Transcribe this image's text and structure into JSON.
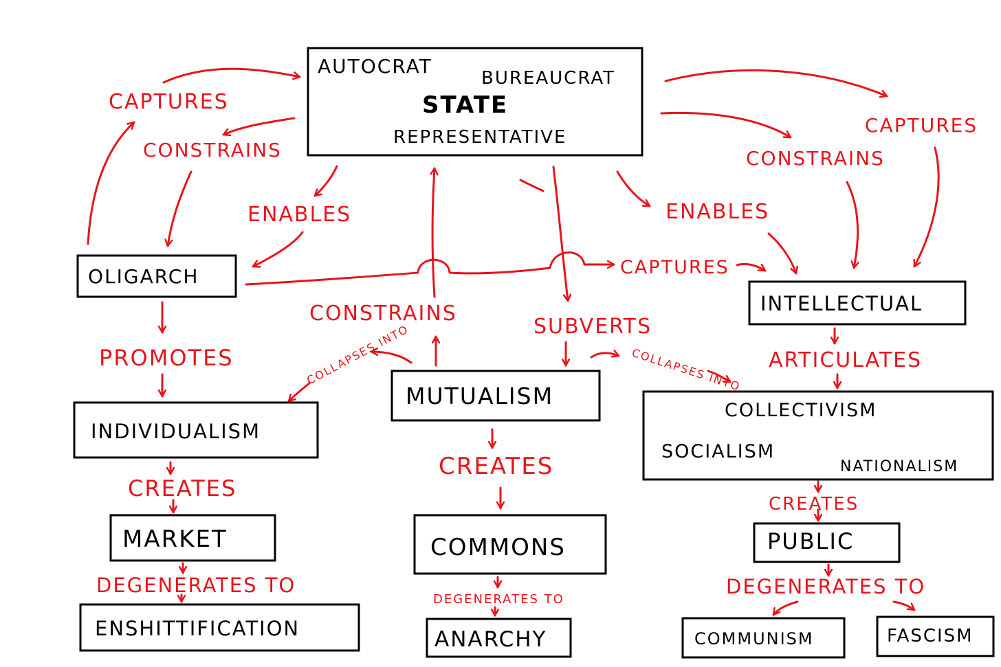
{
  "colors": {
    "ink": "#000000",
    "accent": "#e8141b",
    "background": "#ffffff"
  },
  "nodes": {
    "state": {
      "title": "STATE",
      "roles": [
        "AUTOCRAT",
        "BUREAUCRAT",
        "REPRESENTATIVE"
      ]
    },
    "oligarch": "OLIGARCH",
    "intellectual": "INTELLECTUAL",
    "individualism": "INDIVIDUALISM",
    "mutualism": "MUTUALISM",
    "collectivism": {
      "title": "COLLECTIVISM",
      "kinds": [
        "SOCIALISM",
        "NATIONALISM"
      ]
    },
    "market": "MARKET",
    "commons": "COMMONS",
    "public": "PUBLIC",
    "enshittification": "ENSHITTIFICATION",
    "anarchy": "ANARCHY",
    "communism": "COMMUNISM",
    "fascism": "FASCISM"
  },
  "relations": {
    "captures_left": "CAPTURES",
    "constrains_left": "CONSTRAINS",
    "enables_left": "ENABLES",
    "captures_right": "CAPTURES",
    "constrains_right": "CONSTRAINS",
    "enables_right": "ENABLES",
    "captures_mid": "CAPTURES",
    "constrains_mid": "CONSTRAINS",
    "subverts": "SUBVERTS",
    "promotes": "PROMOTES",
    "articulates": "ARTICULATES",
    "collapses_left": "COLLAPSES INTO",
    "collapses_right": "COLLAPSES INTO",
    "creates_left": "CREATES",
    "creates_mid": "CREATES",
    "creates_right": "CREATES",
    "degenerates_left": "DEGENERATES TO",
    "degenerates_mid": "DEGENERATES TO",
    "degenerates_right": "DEGENERATES TO"
  }
}
